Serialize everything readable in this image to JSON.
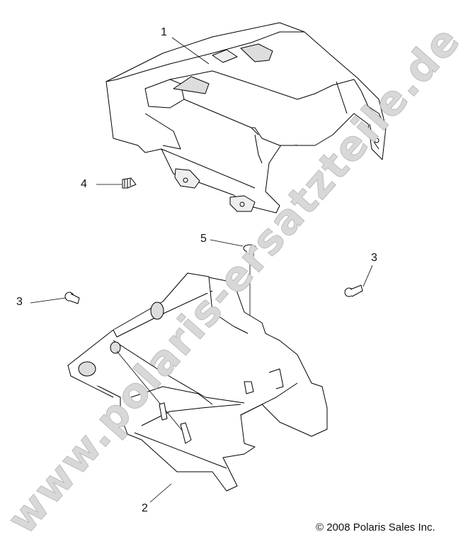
{
  "diagram": {
    "callouts": [
      {
        "id": "callout-1",
        "label": "1"
      },
      {
        "id": "callout-2",
        "label": "2"
      },
      {
        "id": "callout-3-left",
        "label": "3"
      },
      {
        "id": "callout-3-right",
        "label": "3"
      },
      {
        "id": "callout-4",
        "label": "4"
      },
      {
        "id": "callout-5",
        "label": "5"
      }
    ],
    "copyright": "© 2008 Polaris Sales Inc.",
    "watermark": "www.polaris-ersatzteile.de",
    "line_color": "#000000",
    "watermark_color": "#c8c8c8"
  }
}
